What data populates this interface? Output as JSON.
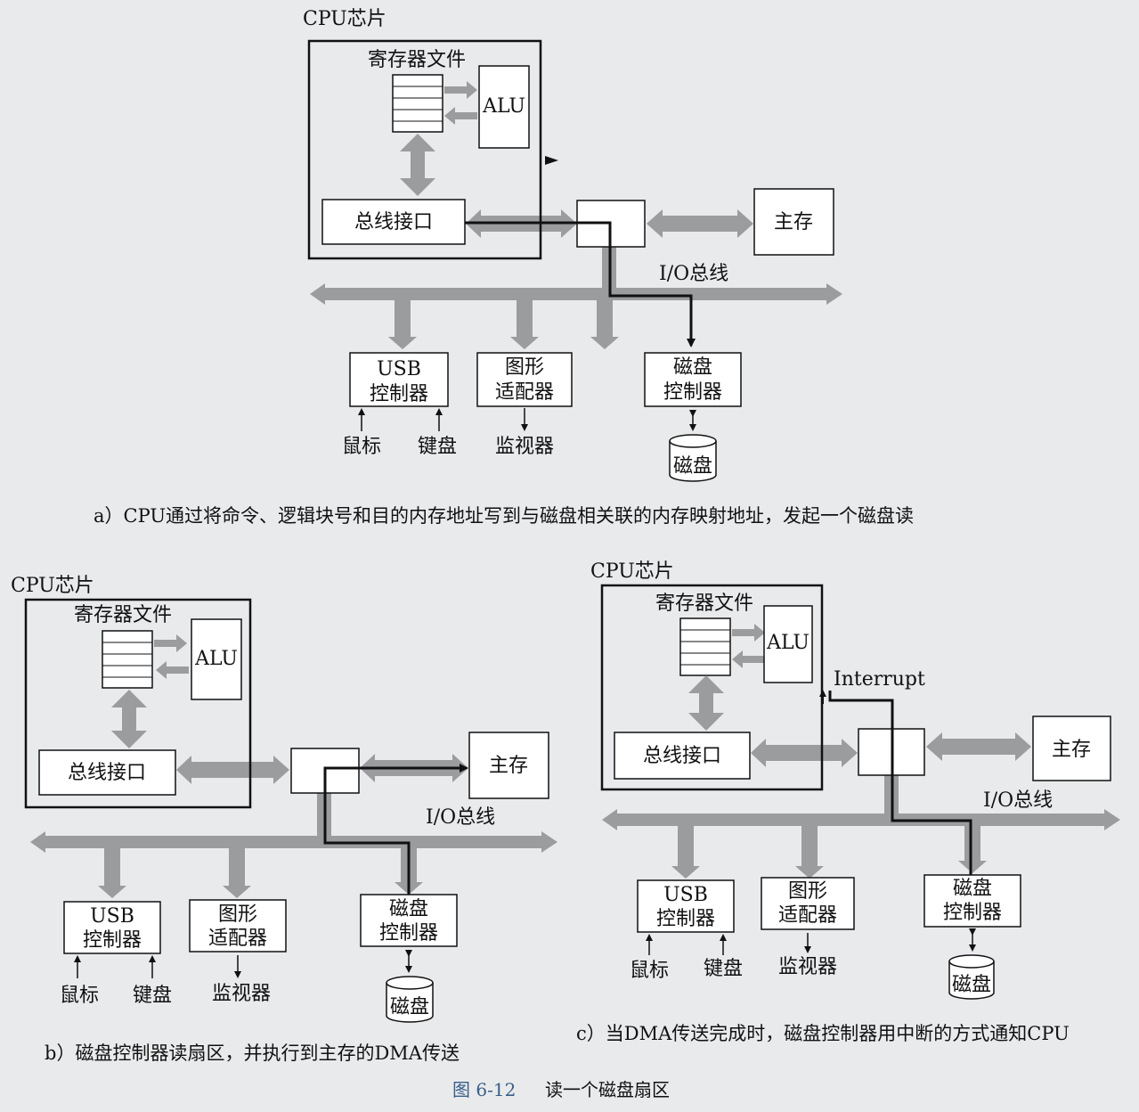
{
  "diagrams": [
    {
      "id": "a",
      "cpu_chip": "CPU芯片",
      "register_file": "寄存器文件",
      "alu": "ALU",
      "bus_interface": "总线接口",
      "main_memory": "主存",
      "io_bus": "I/O总线",
      "usb_controller": [
        "USB",
        "控制器"
      ],
      "graphics_adapter": [
        "图形",
        "适配器"
      ],
      "disk_controller": [
        "磁盘",
        "控制器"
      ],
      "mouse": "鼠标",
      "keyboard": "键盘",
      "monitor": "监视器",
      "disk": "磁盘",
      "caption": "a）CPU通过将命令、逻辑块号和目的内存地址写到与磁盘相关联的内存映射地址，发起一个磁盘读"
    },
    {
      "id": "b",
      "cpu_chip": "CPU芯片",
      "register_file": "寄存器文件",
      "alu": "ALU",
      "bus_interface": "总线接口",
      "main_memory": "主存",
      "io_bus": "I/O总线",
      "usb_controller": [
        "USB",
        "控制器"
      ],
      "graphics_adapter": [
        "图形",
        "适配器"
      ],
      "disk_controller": [
        "磁盘",
        "控制器"
      ],
      "mouse": "鼠标",
      "keyboard": "键盘",
      "monitor": "监视器",
      "disk": "磁盘",
      "caption": "b）磁盘控制器读扇区，并执行到主存的DMA传送"
    },
    {
      "id": "c",
      "cpu_chip": "CPU芯片",
      "register_file": "寄存器文件",
      "alu": "ALU",
      "bus_interface": "总线接口",
      "main_memory": "主存",
      "io_bus": "I/O总线",
      "interrupt": "Interrupt",
      "usb_controller": [
        "USB",
        "控制器"
      ],
      "graphics_adapter": [
        "图形",
        "适配器"
      ],
      "disk_controller": [
        "磁盘",
        "控制器"
      ],
      "mouse": "鼠标",
      "keyboard": "键盘",
      "monitor": "监视器",
      "disk": "磁盘",
      "caption": "c）当DMA传送完成时，磁盘控制器用中断的方式通知CPU"
    }
  ],
  "figure": {
    "number": "图 6-12",
    "title": "读一个磁盘扇区"
  },
  "colors": {
    "background": "#e8eaec",
    "bus_gray": "#9a9c9e",
    "line": "#111111",
    "figure_number": "#3a5f8a"
  }
}
